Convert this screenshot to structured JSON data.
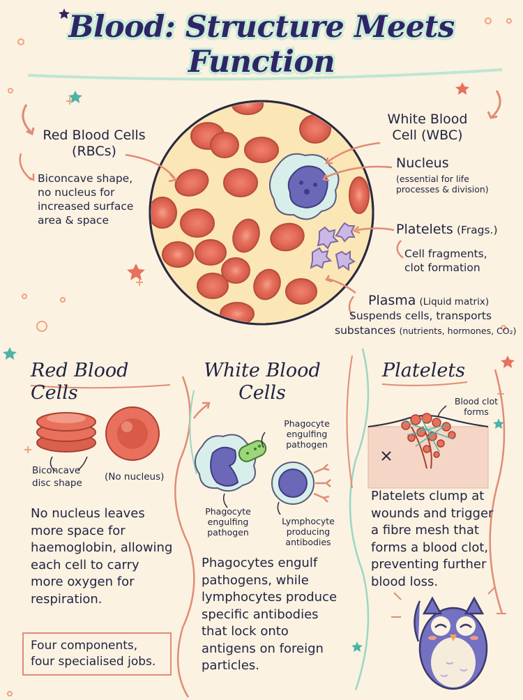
{
  "title": "Blood: Structure Meets Function",
  "diagram": {
    "rbc_label": "Red Blood Cells",
    "rbc_abbrev": "(RBCs)",
    "rbc_desc": [
      "Biconcave shape,",
      "no nucleus for",
      "increased surface",
      "area & space"
    ],
    "wbc_label": [
      "White Blood",
      "Cell (WBC)"
    ],
    "nucleus_label": "Nucleus",
    "nucleus_desc": [
      "(essential for life",
      "processes & division)"
    ],
    "platelets_label": "Platelets",
    "platelets_abbrev": "(Frags.)",
    "platelets_desc": [
      "Cell fragments,",
      "clot formation"
    ],
    "plasma_label": "Plasma",
    "plasma_abbrev": "(Liquid matrix)",
    "plasma_desc1": "Suspends cells, transports",
    "plasma_desc2": "substances",
    "plasma_desc3": "(nutrients, hormones, CO₂)"
  },
  "sections": {
    "rbc": {
      "heading": "Red Blood Cells",
      "disc_label": [
        "Biconcave",
        "disc shape"
      ],
      "no_nucleus_label": "(No nucleus)",
      "body": [
        "No nucleus leaves",
        "more space for",
        "haemoglobin, allowing",
        "each cell to carry",
        "more oxygen for",
        "respiration."
      ]
    },
    "wbc": {
      "heading": [
        "White Blood",
        "Cells"
      ],
      "phago_label_top": [
        "Phagocyte",
        "engulfing",
        "pathogen"
      ],
      "phago_label_bottom": [
        "Phagocyte",
        "engulfing",
        "pathogen"
      ],
      "lympho_label": [
        "Lymphocyte",
        "producing",
        "antibodies"
      ],
      "body": [
        "Phagocytes engulf",
        "pathogens, while",
        "lymphocytes produce",
        "specific antibodies",
        "that lock onto",
        "antigens on foreign",
        "particles."
      ]
    },
    "platelets": {
      "heading": "Platelets",
      "clot_label": [
        "Blood clot",
        "forms"
      ],
      "body": [
        "Platelets clump at",
        "wounds and trigger",
        "a fibre mesh that",
        "forms a blood clot,",
        "preventing further",
        "blood loss."
      ]
    }
  },
  "callout": [
    "Four components,",
    "four specialised jobs."
  ],
  "colors": {
    "rbc": "#ec7c6a",
    "rbc_dark": "#c95a48",
    "wbc": "#6c68b8",
    "wbc_membrane": "#cfe8e6",
    "platelet": "#c9b7e3",
    "plasma": "#fbe8b8",
    "accent": "#e08b74",
    "title": "#2f2566"
  }
}
